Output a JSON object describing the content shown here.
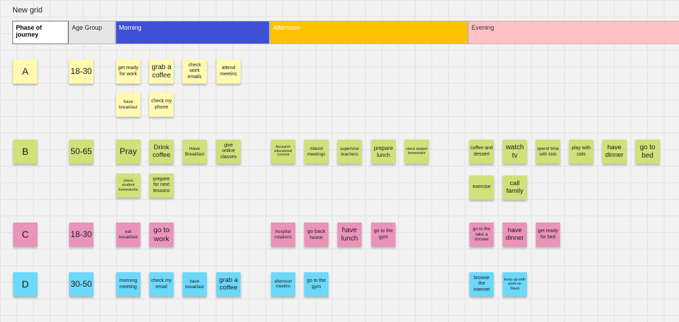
{
  "board": {
    "title": "New grid"
  },
  "header": {
    "phase": "Phase of journey",
    "age_group": "Age Group",
    "morning": "Morning",
    "afternoon": "Afternoon",
    "evening": "Evening"
  },
  "colors": {
    "yellow": "#fff9b1",
    "green": "#d0e17a",
    "pink": "#ea94bb",
    "blue": "#6cd8fa",
    "morning": "#4050d6",
    "afternoon": "#ffc200",
    "evening": "#ffc1c4"
  },
  "rows": {
    "a": {
      "phase": "A",
      "age": "18-30",
      "morning": [
        "get ready for work",
        "grab a coffee",
        "check work emails",
        "attend meetins",
        "have breakfast",
        "check my phone"
      ]
    },
    "b": {
      "phase": "B",
      "age": "50-65",
      "morning": [
        "Pray",
        "Drink coffee",
        "Have Breakfast",
        "give online classes",
        "check student homeworks",
        "prepare for next lessons"
      ],
      "afternoon": [
        "Research educational courses",
        "Attend meetings",
        "supervise teachers",
        "prepare lunch",
        "check student homeworks"
      ],
      "evening": [
        "coffee and dessert",
        "watch tv",
        "spend time with kids",
        "play with cats",
        "have dinner",
        "go to bed",
        "exercise",
        "call family"
      ]
    },
    "c": {
      "phase": "C",
      "age": "18-30",
      "morning": [
        "eat breakfast",
        "go to work"
      ],
      "afternoon": [
        "hospital rotations",
        "go back home",
        "have lunch",
        "go to the gym"
      ],
      "evening": [
        "go to the take a shower",
        "have dinner",
        "get ready for bed"
      ]
    },
    "d": {
      "phase": "D",
      "age": "30-50",
      "morning": [
        "morning meeting",
        "check my email",
        "have breakfast",
        "grab a coffee"
      ],
      "afternoon": [
        "afternoon meetins",
        "go to the gym"
      ],
      "evening": [
        "browse the internet",
        "keep up with work on Slack"
      ]
    }
  }
}
